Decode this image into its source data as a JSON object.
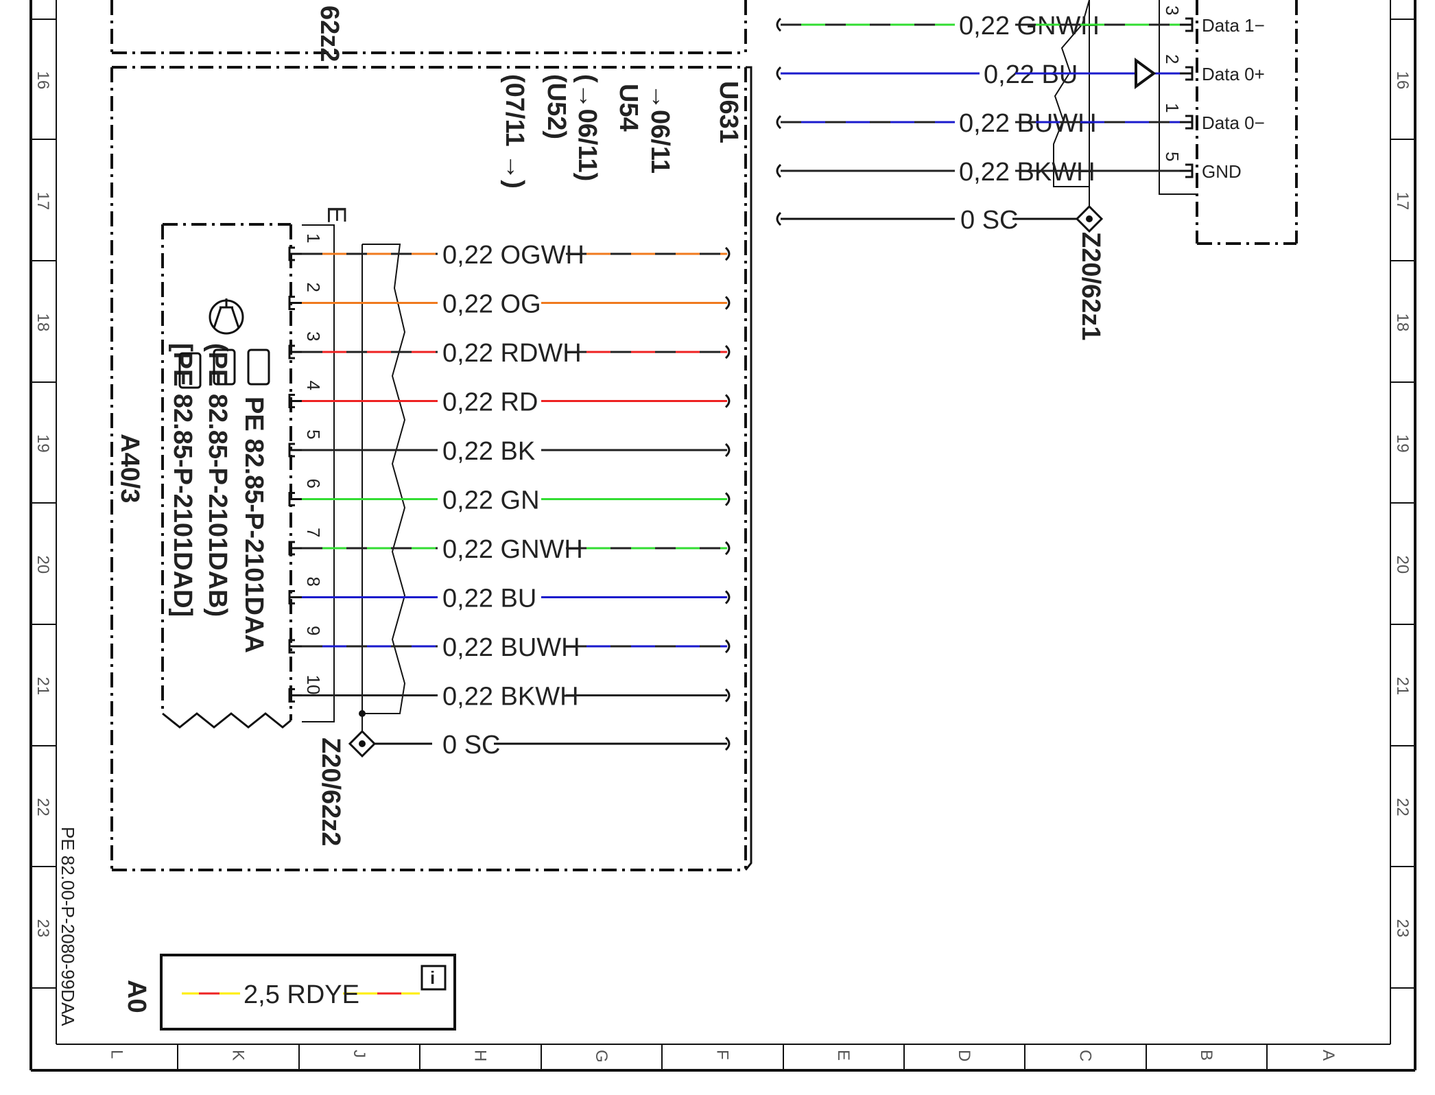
{
  "colors": {
    "OG": "#f07a1e",
    "RD": "#ee2222",
    "BK": "#222222",
    "GN": "#33dd33",
    "BU": "#1a1acc",
    "WH": "#222222",
    "YE": "#ffee00",
    "frame": "#111111"
  },
  "grid": {
    "rows": [
      "16",
      "17",
      "18",
      "19",
      "20",
      "21",
      "22",
      "23"
    ],
    "cols": [
      "L",
      "K",
      "J",
      "H",
      "G",
      "F",
      "E",
      "D",
      "C",
      "B",
      "A"
    ]
  },
  "top_block": {
    "cut_label": "62z2",
    "wires": [
      {
        "label": "0,22  GNWH",
        "base": "GN",
        "stripe": "WH",
        "pin": "3",
        "func": "Data 1−"
      },
      {
        "label": "0,22  BU",
        "base": "BU",
        "stripe": "",
        "pin": "2",
        "func": "Data 0+"
      },
      {
        "label": "0,22  BUWH",
        "base": "BU",
        "stripe": "WH",
        "pin": "1",
        "func": "Data 0−"
      },
      {
        "label": "0,22  BKWH",
        "base": "BK",
        "stripe": "WH",
        "pin": "5",
        "func": "GND"
      }
    ],
    "shield": {
      "label": "0  SC",
      "ground": "Z20/62z1"
    }
  },
  "main_block": {
    "connector": "U631",
    "refs": [
      "→06/11",
      "U54",
      "(→06/11)",
      "(U52)",
      "(07/11  →)"
    ],
    "module_id": "A40/3",
    "module_refs": [
      "PE  82.85-P-2101DAA",
      "(PE  82.85-P-2101DAB)",
      "[PE  82.85-P-2101DAD]"
    ],
    "plug": "E",
    "wires": [
      {
        "pin": "1",
        "label": "0,22  OGWH",
        "base": "OG",
        "stripe": "WH"
      },
      {
        "pin": "2",
        "label": "0,22  OG",
        "base": "OG",
        "stripe": ""
      },
      {
        "pin": "3",
        "label": "0,22  RDWH",
        "base": "RD",
        "stripe": "WH"
      },
      {
        "pin": "4",
        "label": "0,22  RD",
        "base": "RD",
        "stripe": ""
      },
      {
        "pin": "5",
        "label": "0,22  BK",
        "base": "BK",
        "stripe": ""
      },
      {
        "pin": "6",
        "label": "0,22  GN",
        "base": "GN",
        "stripe": ""
      },
      {
        "pin": "7",
        "label": "0,22  GNWH",
        "base": "GN",
        "stripe": "WH"
      },
      {
        "pin": "8",
        "label": "0,22  BU",
        "base": "BU",
        "stripe": ""
      },
      {
        "pin": "9",
        "label": "0,22  BUWH",
        "base": "BU",
        "stripe": "WH"
      },
      {
        "pin": "10",
        "label": "0,22  BKWH",
        "base": "BK",
        "stripe": "WH"
      }
    ],
    "shield": {
      "label": "0  SC",
      "ground": "Z20/62z2"
    }
  },
  "side_ref": "PE  82.00-P-2080-99DAA",
  "legend": {
    "code": "A0",
    "label": "2,5  RDYE",
    "info": "i"
  }
}
